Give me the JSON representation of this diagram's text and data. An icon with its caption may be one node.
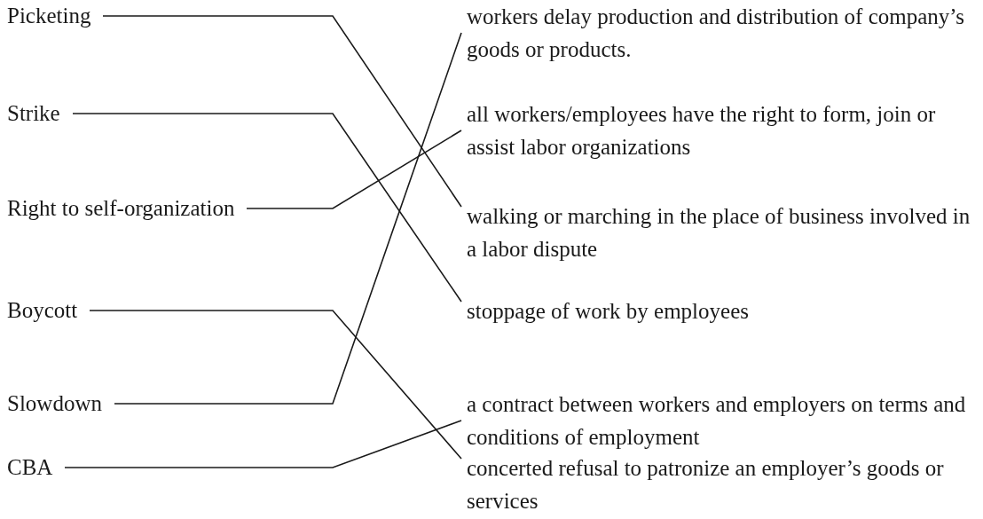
{
  "diagram": {
    "nodes": [
      {
        "text": [
          "Picketing"
        ]
      },
      {
        "text": [
          "Strike"
        ]
      },
      {
        "text": [
          "Right to self-organization"
        ]
      },
      {
        "text": [
          "Boycott"
        ]
      },
      {
        "text": [
          "Slowdown"
        ]
      },
      {
        "text": [
          "CBA"
        ]
      },
      {
        "text": [
          "workers delay production and distribution of company’s goods or products."
        ]
      },
      {
        "text": [
          "all workers/employees have the right to form, join or assist labor organizations"
        ]
      },
      {
        "text": [
          "walking or marching in the place of business involved in a labor dispute"
        ]
      },
      {
        "text": [
          "stoppage of work by employees"
        ]
      },
      {
        "text": [
          "a contract between workers and employers on terms and conditions of employment"
        ]
      },
      {
        "text": [
          "concerted refusal to patronize an employer’s goods or services"
        ]
      }
    ],
    "edges": [
      {
        "from": 0,
        "to": 8,
        "arrow": "none"
      },
      {
        "from": 1,
        "to": 9,
        "arrow": "none"
      },
      {
        "from": 2,
        "to": 7,
        "arrow": "none"
      },
      {
        "from": 3,
        "to": 11,
        "arrow": "none"
      },
      {
        "from": 4,
        "to": 6,
        "arrow": "none"
      },
      {
        "from": 5,
        "to": 10,
        "arrow": "none"
      }
    ]
  }
}
